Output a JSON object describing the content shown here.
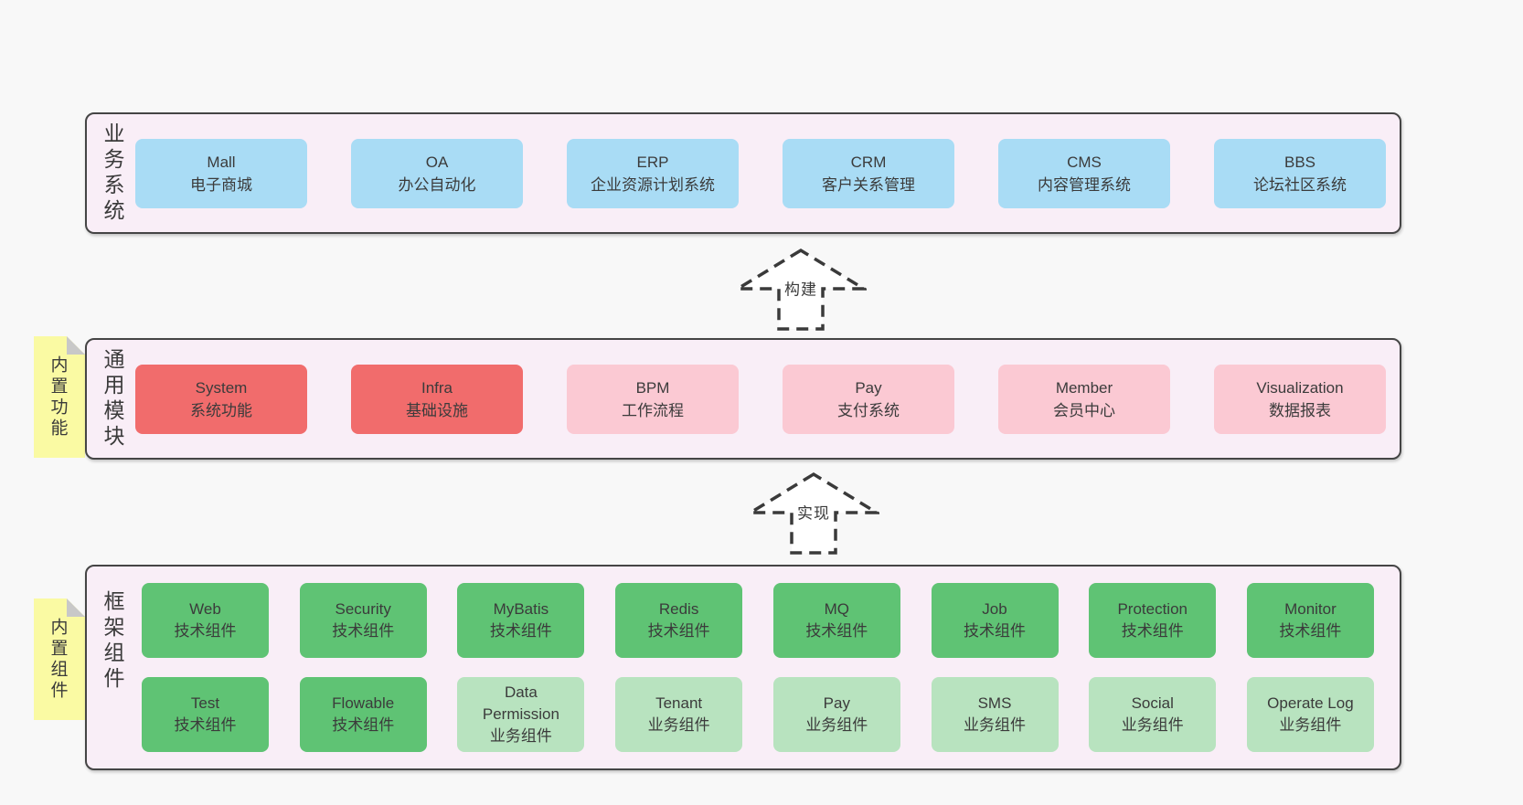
{
  "colors": {
    "background": "#f8f8f8",
    "container_fill": "#f9eef7",
    "container_border": "#454545",
    "business_box": "#a9dcf5",
    "module_core_box": "#f16c6c",
    "module_box": "#fbc9d3",
    "tech_component_box": "#5fc374",
    "biz_component_box": "#b8e3bf",
    "sticky_note": "#fafaa3",
    "sticky_note_fold": "#c8c8c8",
    "text": "#3b3b3b"
  },
  "layers": {
    "business": {
      "label": "业务系统",
      "boxes": [
        {
          "title": "Mall",
          "subtitle": "电子商城"
        },
        {
          "title": "OA",
          "subtitle": "办公自动化"
        },
        {
          "title": "ERP",
          "subtitle": "企业资源计划系统"
        },
        {
          "title": "CRM",
          "subtitle": "客户关系管理"
        },
        {
          "title": "CMS",
          "subtitle": "内容管理系统"
        },
        {
          "title": "BBS",
          "subtitle": "论坛社区系统"
        }
      ]
    },
    "modules": {
      "label": "通用模块",
      "tag": "内置功能",
      "boxes": [
        {
          "title": "System",
          "subtitle": "系统功能"
        },
        {
          "title": "Infra",
          "subtitle": "基础设施"
        },
        {
          "title": "BPM",
          "subtitle": "工作流程"
        },
        {
          "title": "Pay",
          "subtitle": "支付系统"
        },
        {
          "title": "Member",
          "subtitle": "会员中心"
        },
        {
          "title": "Visualization",
          "subtitle": "数据报表"
        }
      ]
    },
    "components": {
      "label": "框架组件",
      "tag": "内置组件",
      "rows": [
        [
          {
            "title": "Web",
            "subtitle": "技术组件"
          },
          {
            "title": "Security",
            "subtitle": "技术组件"
          },
          {
            "title": "MyBatis",
            "subtitle": "技术组件"
          },
          {
            "title": "Redis",
            "subtitle": "技术组件"
          },
          {
            "title": "MQ",
            "subtitle": "技术组件"
          },
          {
            "title": "Job",
            "subtitle": "技术组件"
          },
          {
            "title": "Protection",
            "subtitle": "技术组件"
          },
          {
            "title": "Monitor",
            "subtitle": "技术组件"
          }
        ],
        [
          {
            "title": "Test",
            "subtitle": "技术组件"
          },
          {
            "title": "Flowable",
            "subtitle": "技术组件"
          },
          {
            "title": "Data Permission",
            "subtitle": "业务组件"
          },
          {
            "title": "Tenant",
            "subtitle": "业务组件"
          },
          {
            "title": "Pay",
            "subtitle": "业务组件"
          },
          {
            "title": "SMS",
            "subtitle": "业务组件"
          },
          {
            "title": "Social",
            "subtitle": "业务组件"
          },
          {
            "title": "Operate Log",
            "subtitle": "业务组件"
          }
        ]
      ]
    }
  },
  "arrows": [
    {
      "label": "构建"
    },
    {
      "label": "实现"
    }
  ]
}
